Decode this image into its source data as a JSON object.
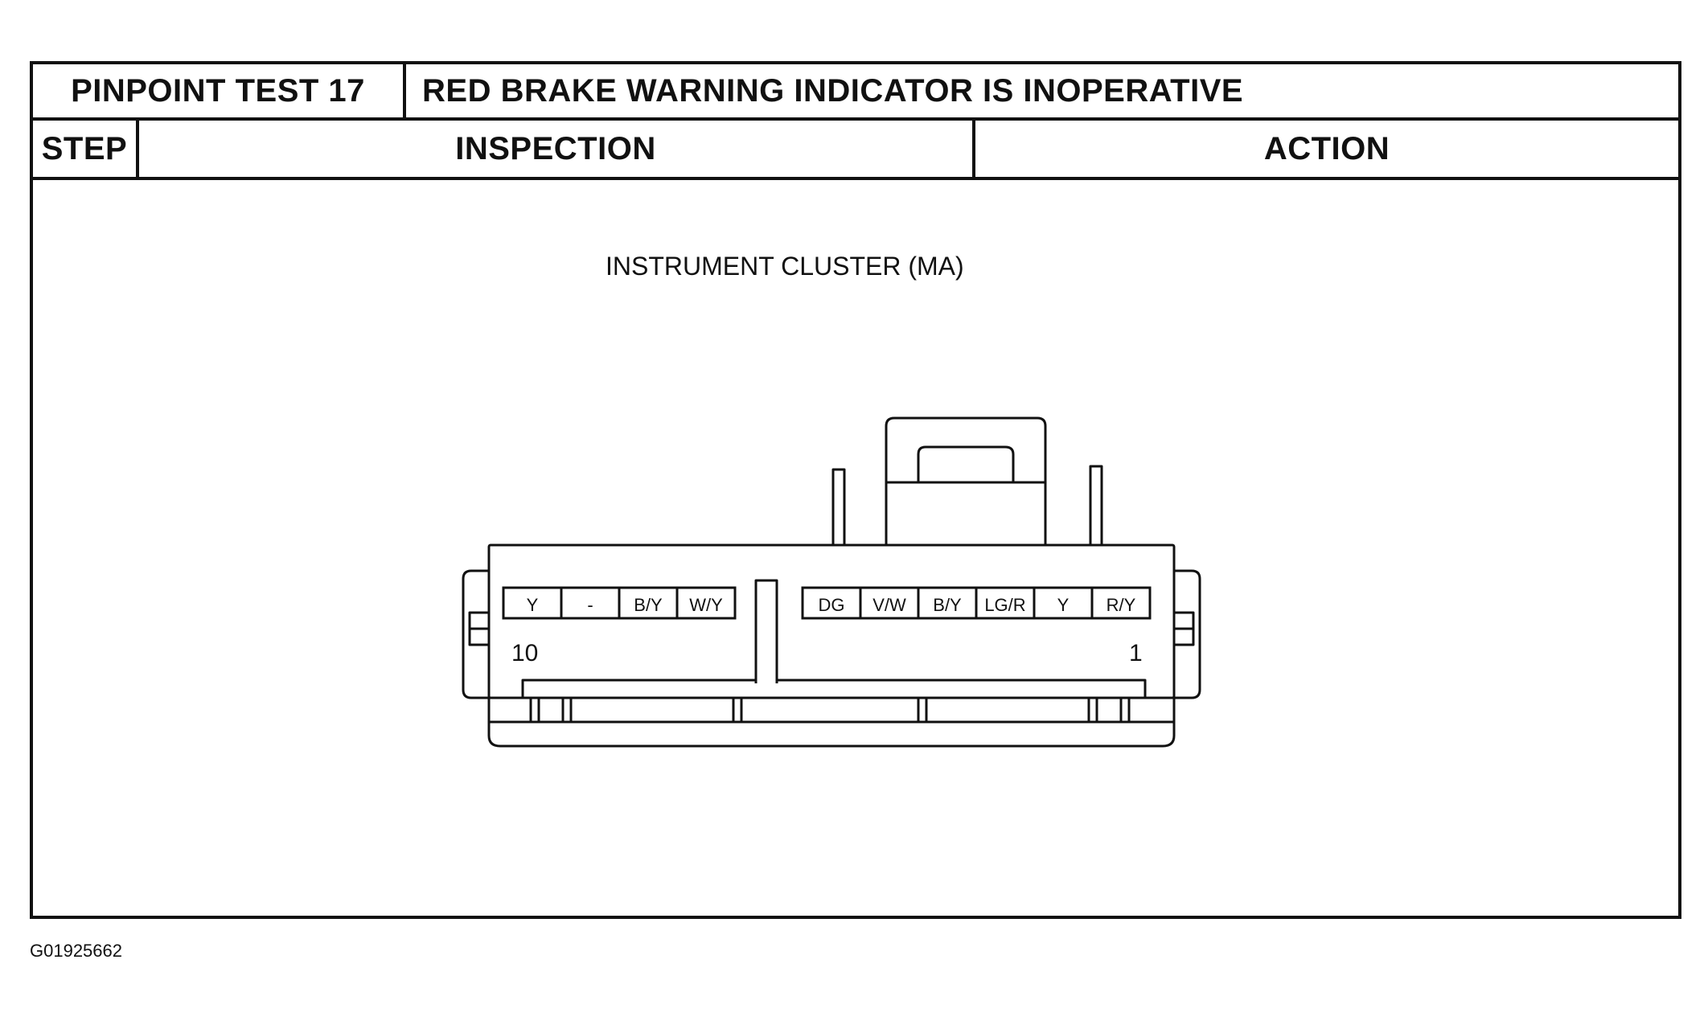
{
  "pinpoint": {
    "test_label": "PINPOINT TEST 17",
    "test_title": "RED BRAKE WARNING INDICATOR IS INOPERATIVE"
  },
  "columns": {
    "step": "STEP",
    "inspection": "INSPECTION",
    "action": "ACTION"
  },
  "connector": {
    "title": "INSTRUMENT CLUSTER (MA)",
    "left_group_wires": [
      "Y",
      "-",
      "B/Y",
      "W/Y"
    ],
    "right_group_wires": [
      "DG",
      "V/W",
      "B/Y",
      "LG/R",
      "Y",
      "R/Y"
    ],
    "pin_label_left": "10",
    "pin_label_right": "1"
  },
  "figure_id": "G01925662"
}
